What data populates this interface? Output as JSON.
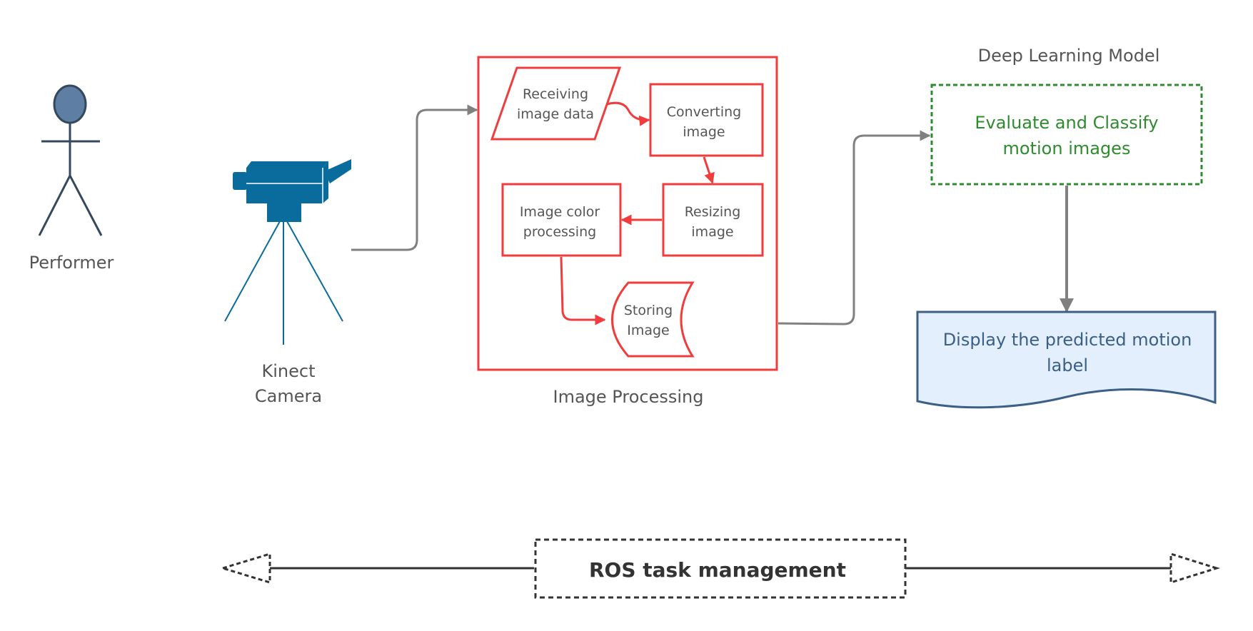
{
  "performer": {
    "label": "Performer"
  },
  "camera": {
    "label_line1": "Kinect",
    "label_line2": "Camera"
  },
  "image_processing": {
    "title": "Image Processing",
    "steps": {
      "receiving": {
        "line1": "Receiving",
        "line2": "image data"
      },
      "converting": {
        "line1": "Converting",
        "line2": "image"
      },
      "resizing": {
        "line1": "Resizing",
        "line2": "image"
      },
      "color": {
        "line1": "Image color",
        "line2": "processing"
      },
      "storing": {
        "line1": "Storing",
        "line2": "Image"
      }
    }
  },
  "deep_learning": {
    "title": "Deep Learning Model",
    "box_line1": "Evaluate and Classify",
    "box_line2": "motion images"
  },
  "display": {
    "line1": "Display the predicted motion",
    "line2": "label"
  },
  "ros": {
    "label": "ROS task management"
  },
  "colors": {
    "performer_fill": "#5f7ea3",
    "performer_stroke": "#34495e",
    "camera": "#0a6c9c",
    "process_red": "#f03c3c",
    "connector_gray": "#808080",
    "dl_green": "#2e8b2e",
    "display_fill": "#e3effc",
    "display_stroke": "#3b5f86",
    "text_gray": "#555555"
  }
}
